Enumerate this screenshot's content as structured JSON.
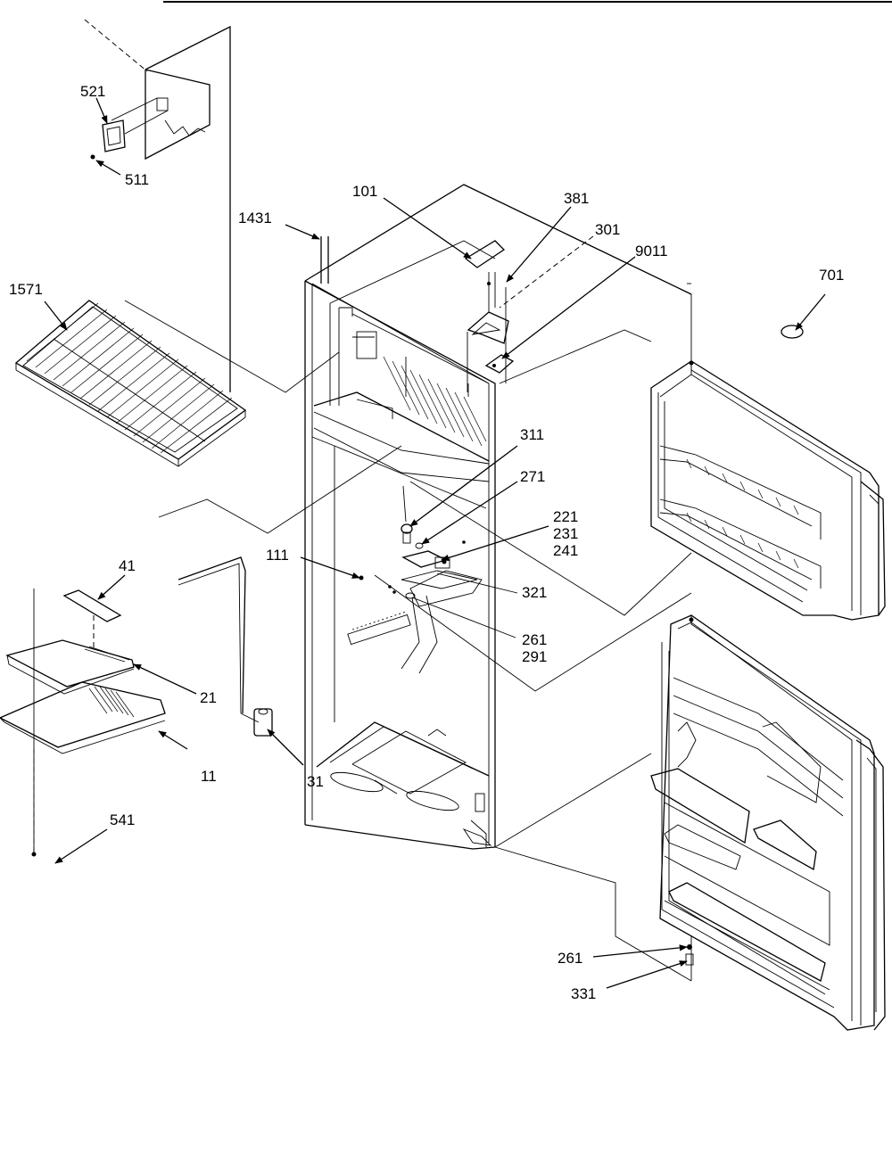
{
  "labels": {
    "p521": "521",
    "p511": "511",
    "p1431": "1431",
    "p101": "101",
    "p381": "381",
    "p301": "301",
    "p9011": "9011",
    "p701": "701",
    "p1571": "1571",
    "p311": "311",
    "p271": "271",
    "p221": "221",
    "p231": "231",
    "p241": "241",
    "p111": "111",
    "p321": "321",
    "p261a": "261",
    "p291": "291",
    "p41": "41",
    "p21": "21",
    "p11": "11",
    "p31": "31",
    "p541": "541",
    "p261b": "261",
    "p331": "331"
  }
}
